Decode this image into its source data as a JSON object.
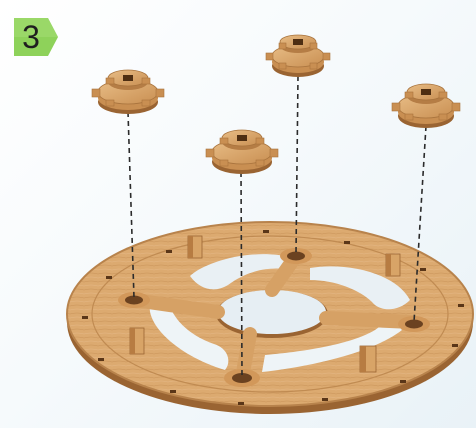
{
  "step": {
    "number": "3"
  },
  "colors": {
    "badge_green": "#8ed25a",
    "wood": "#d9a56a",
    "wood_dark": "#a8733d",
    "guide_line": "#2b2b2b",
    "background": "#eef5f9"
  },
  "parts": {
    "gears": [
      "gear-top-left",
      "gear-center",
      "gear-top-middle",
      "gear-top-right"
    ],
    "ring": "wooden-base-ring"
  }
}
